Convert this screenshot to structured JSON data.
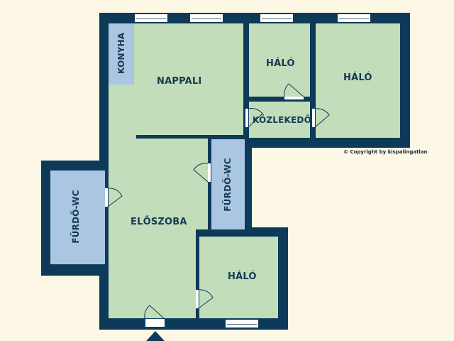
{
  "floorplan": {
    "rooms": [
      {
        "id": "konyha",
        "label": "KONYHA",
        "type": "kitchen",
        "fill": "#abc6e2"
      },
      {
        "id": "nappali",
        "label": "NAPPALI",
        "type": "living-room",
        "fill": "#c2ddb9"
      },
      {
        "id": "halo_small",
        "label": "HÁLÓ",
        "type": "bedroom",
        "fill": "#c2ddb9"
      },
      {
        "id": "halo_large",
        "label": "HÁLÓ",
        "type": "bedroom",
        "fill": "#c2ddb9"
      },
      {
        "id": "kozlekedo",
        "label": "KÖZLEKEDŐ",
        "type": "corridor",
        "fill": "#c2ddb9"
      },
      {
        "id": "furdo_left",
        "label": "FÜRDŐ-WC",
        "type": "bathroom",
        "fill": "#abc6e2"
      },
      {
        "id": "furdo_mid",
        "label": "FÜRDŐ-WC",
        "type": "bathroom",
        "fill": "#abc6e2"
      },
      {
        "id": "eloszoba",
        "label": "ELŐSZOBA",
        "type": "hallway",
        "fill": "#c2ddb9"
      },
      {
        "id": "halo_bottom",
        "label": "HÁLÓ",
        "type": "bedroom",
        "fill": "#c2ddb9"
      }
    ],
    "copyright": "© Copyright by kispalingatlan",
    "colors": {
      "wall": "#0e3a5a",
      "living": "#c2ddb9",
      "wet": "#abc6e2",
      "background": "#fdf7e6"
    },
    "entrance_marker": "entrance-arrow"
  }
}
